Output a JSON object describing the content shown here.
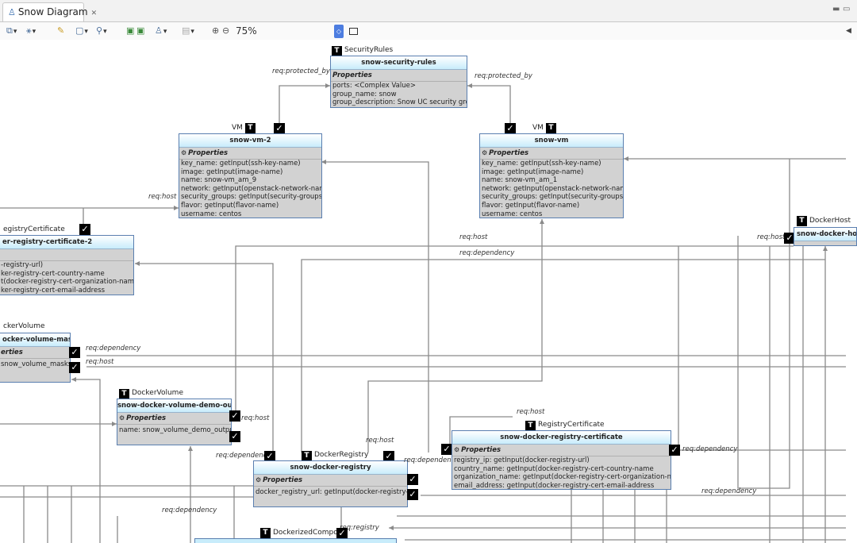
{
  "editor": {
    "tab_title": "Snow Diagram",
    "zoom": "75%"
  },
  "types": {
    "security_rules": "SecurityRules",
    "vm_left": "VM",
    "vm_right": "VM",
    "registry_cert_left": "egistryCertificate",
    "docker_volume_left": "ckerVolume",
    "docker_volume": "DockerVolume",
    "docker_registry": "DockerRegistry",
    "registry_certificate": "RegistryCertificate",
    "docker_host": "DockerHost",
    "dockerized_component": "DockerizedCompon"
  },
  "nodes": {
    "security_rules": {
      "title": "snow-security-rules",
      "props_label": "Properties",
      "rows": [
        "ports: <Complex Value>",
        "group_name: snow",
        "group_description: Snow UC security group"
      ]
    },
    "vm2": {
      "title": "snow-vm-2",
      "props_label": "Properties",
      "rows": [
        "key_name: getInput(ssh-key-name)",
        "image: getInput(image-name)",
        "name: snow-vm_am_9",
        "network: getInput(openstack-network-name)",
        "security_groups: getInput(security-groups",
        "flavor: getInput(flavor-name)",
        "username: centos"
      ]
    },
    "vm": {
      "title": "snow-vm",
      "props_label": "Properties",
      "rows": [
        "key_name: getInput(ssh-key-name)",
        "image: getInput(image-name)",
        "name: snow-vm_am_1",
        "network: getInput(openstack-network-name)",
        "security_groups: getInput(security-groups",
        "flavor: getInput(flavor-name)",
        "username: centos"
      ]
    },
    "registry_cert_2": {
      "title": "er-registry-certificate-2",
      "rows": [
        "-registry-url)",
        "ker-registry-cert-country-name",
        "t(docker-registry-cert-organization-name",
        "ker-registry-cert-email-address"
      ]
    },
    "volume_masks": {
      "title": "ocker-volume-masks",
      "props_label": "erties",
      "rows": [
        "snow_volume_masks"
      ]
    },
    "volume_demo": {
      "title": "snow-docker-volume-demo-output",
      "props_label": "Properties",
      "rows": [
        "name: snow_volume_demo_output"
      ]
    },
    "docker_registry": {
      "title": "snow-docker-registry",
      "props_label": "Properties",
      "rows": [
        "docker_registry_url: getInput(docker-registry-url"
      ]
    },
    "registry_cert": {
      "title": "snow-docker-registry-certificate",
      "props_label": "Properties",
      "rows": [
        "registry_ip: getInput(docker-registry-url)",
        "country_name: getInput(docker-registry-cert-country-name",
        "organization_name: getInput(docker-registry-cert-organization-name",
        "email_address: getInput(docker-registry-cert-email-address"
      ]
    },
    "docker_host": {
      "title": "snow-docker-ho"
    }
  },
  "relations": {
    "protected_by_left": "req:protected_by",
    "protected_by_right": "req:protected_by",
    "host_vm2": "req:host",
    "host_top": "req:host",
    "dependency_top": "req:dependency",
    "host_dockerhost": "req:host",
    "dependency_masks": "req:dependency",
    "host_masks": "req:host",
    "host_demo": "req:host",
    "host_cert_top": "req:host",
    "host_registry": "req:host",
    "dependency_registry": "req:dependency",
    "dependency_cert_left": "req:dependency",
    "dependency_cert_right": "req:dependency",
    "dependency_bottom_right": "req:dependency",
    "dependency_bottom_left": "req:dependency",
    "registry": "req:registry"
  },
  "colors": {
    "node_header": "#c8ecfb",
    "node_border": "#5a7fb0",
    "node_body": "#d2d2d2",
    "edge": "#8a8a8a"
  },
  "icons": [
    "diagram-icon",
    "close-icon",
    "minimize-icon",
    "maximize-icon",
    "checkbox-icon",
    "type-icon",
    "gear-icon",
    "zoom-in-icon",
    "zoom-out-icon"
  ]
}
